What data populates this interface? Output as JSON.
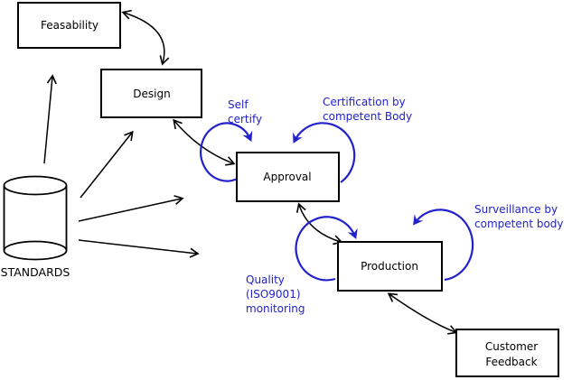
{
  "nodes": {
    "feasability": {
      "label": "Feasability"
    },
    "design": {
      "label": "Design"
    },
    "approval": {
      "label": "Approval"
    },
    "production": {
      "label": "Production"
    },
    "customer_feedback": {
      "line1": "Customer",
      "line2": "Feedback"
    },
    "standards": {
      "label": "STANDARDS"
    }
  },
  "annotations": {
    "self_certify": {
      "line1": "Self",
      "line2": "certify"
    },
    "certification": {
      "line1": "Certification by",
      "line2": "competent Body"
    },
    "quality": {
      "line1": "Quality",
      "line2": "(ISO9001)",
      "line3": "monitoring"
    },
    "surveillance": {
      "line1": "Surveillance by",
      "line2": "competent body"
    }
  },
  "edges": [
    {
      "from": "feasability",
      "to": "design",
      "type": "bidirectional"
    },
    {
      "from": "design",
      "to": "approval",
      "type": "bidirectional"
    },
    {
      "from": "approval",
      "to": "production",
      "type": "bidirectional"
    },
    {
      "from": "production",
      "to": "customer_feedback",
      "type": "bidirectional"
    },
    {
      "from": "standards",
      "to": "feasability",
      "type": "arrow"
    },
    {
      "from": "standards",
      "to": "design",
      "type": "arrow"
    },
    {
      "from": "standards",
      "to": "approval",
      "type": "arrow"
    },
    {
      "from": "standards",
      "to": "production",
      "type": "arrow"
    },
    {
      "from": "approval",
      "to": "approval",
      "type": "self-loop",
      "label": "Self certify"
    },
    {
      "from": "approval",
      "to": "approval",
      "type": "self-loop",
      "label": "Certification by competent Body"
    },
    {
      "from": "production",
      "to": "production",
      "type": "self-loop",
      "label": "Quality (ISO9001) monitoring"
    },
    {
      "from": "production",
      "to": "production",
      "type": "self-loop",
      "label": "Surveillance by competent body"
    }
  ],
  "colors": {
    "annotation_blue": "#2222cc",
    "line_black": "#000000",
    "background": "#ffffff"
  }
}
